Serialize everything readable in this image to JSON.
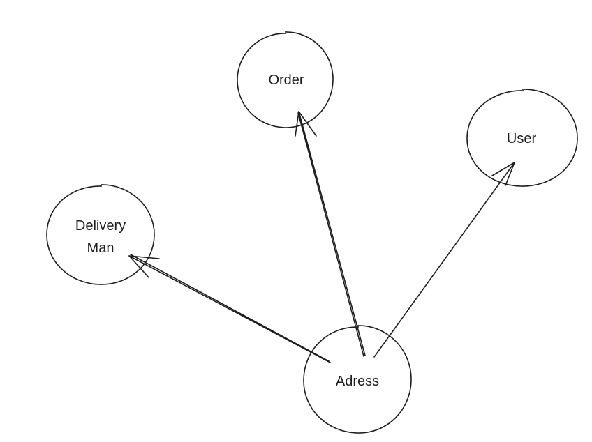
{
  "diagram": {
    "nodes": [
      {
        "id": "order",
        "lines": [
          "Order"
        ]
      },
      {
        "id": "user",
        "lines": [
          "User"
        ]
      },
      {
        "id": "delivery",
        "lines": [
          "Delivery",
          "Man"
        ]
      },
      {
        "id": "adress",
        "lines": [
          "Adress"
        ]
      }
    ],
    "edges": [
      {
        "from": "adress",
        "to": "order"
      },
      {
        "from": "adress",
        "to": "user"
      },
      {
        "from": "adress",
        "to": "delivery"
      }
    ],
    "stroke_color": "#1e1e1e",
    "background": "#ffffff"
  }
}
